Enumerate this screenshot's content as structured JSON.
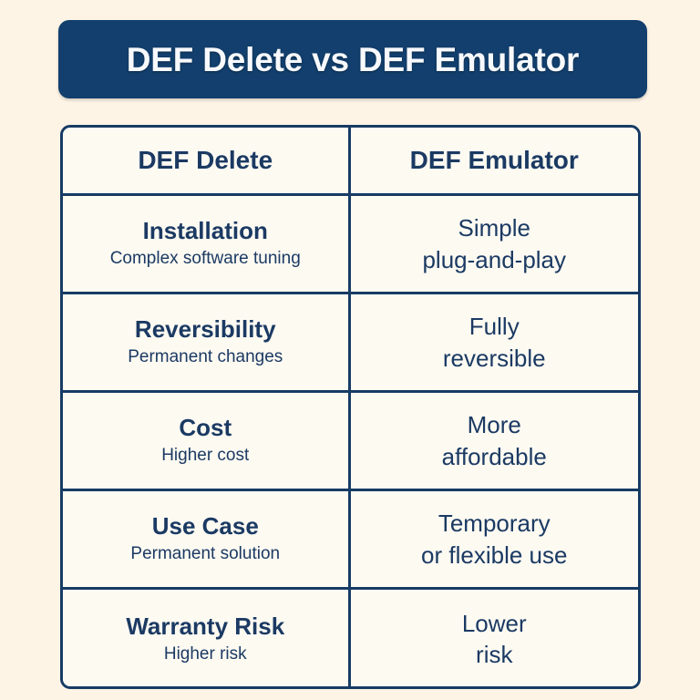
{
  "banner": {
    "title": "DEF Delete vs DEF Emulator",
    "background_color": "#123f6d",
    "text_color": "#f7f9fc"
  },
  "theme": {
    "page_background": "#fdf4e6",
    "cell_background": "#fdfaf2",
    "border_color": "#173b64",
    "text_color": "#1b3a63"
  },
  "table": {
    "columns": [
      {
        "label": "DEF Delete"
      },
      {
        "label": "DEF Emulator"
      }
    ],
    "rows": [
      {
        "feature": "Installation",
        "left_detail": "Complex software tuning",
        "right_line1": "Simple",
        "right_line2": "plug-and-play"
      },
      {
        "feature": "Reversibility",
        "left_detail": "Permanent changes",
        "right_line1": "Fully",
        "right_line2": "reversible"
      },
      {
        "feature": "Cost",
        "left_detail": "Higher cost",
        "right_line1": "More",
        "right_line2": "affordable"
      },
      {
        "feature": "Use Case",
        "left_detail": "Permanent solution",
        "right_line1": "Temporary",
        "right_line2": "or flexible use"
      },
      {
        "feature": "Warranty Risk",
        "left_detail": "Higher risk",
        "right_line1": "Lower",
        "right_line2": "risk"
      }
    ]
  }
}
